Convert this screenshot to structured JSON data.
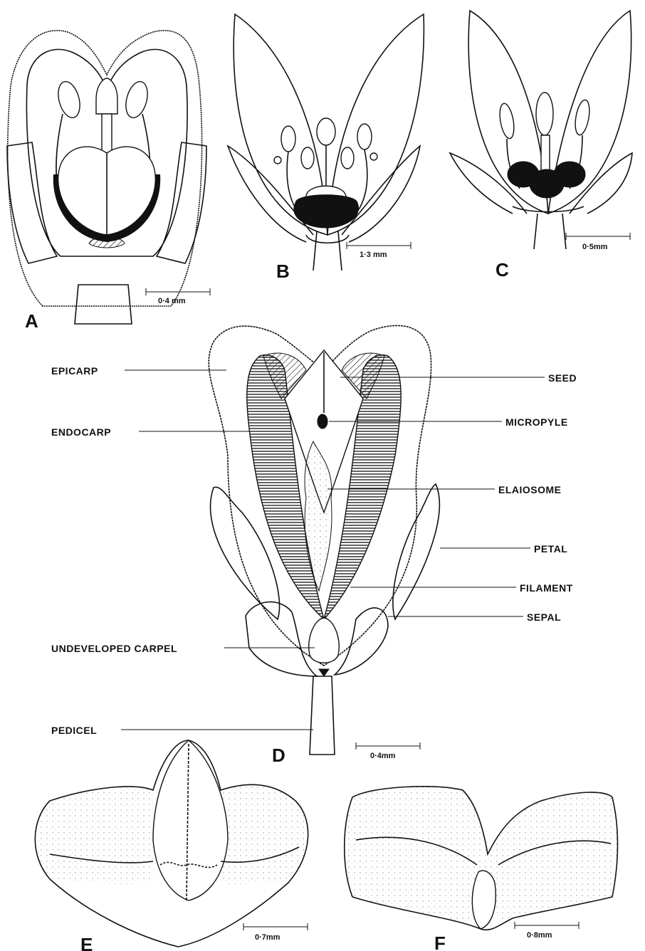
{
  "panels": {
    "a": {
      "letter": "A",
      "scale": "0·4 mm"
    },
    "b": {
      "letter": "B",
      "scale": "1·3 mm"
    },
    "c": {
      "letter": "C",
      "scale": "0·5mm"
    },
    "d": {
      "letter": "D",
      "scale": "0·4mm"
    },
    "e": {
      "letter": "E",
      "scale": "0·7mm"
    },
    "f": {
      "letter": "F",
      "scale": "0·8mm"
    }
  },
  "labels": {
    "epicarp": "EPICARP",
    "endocarp": "ENDOCARP",
    "undeveloped_carpel": "UNDEVELOPED CARPEL",
    "pedicel": "PEDICEL",
    "seed": "SEED",
    "micropyle": "MICROPYLE",
    "elaiosome": "ELAIOSOME",
    "petal": "PETAL",
    "filament": "FILAMENT",
    "sepal": "SEPAL"
  }
}
